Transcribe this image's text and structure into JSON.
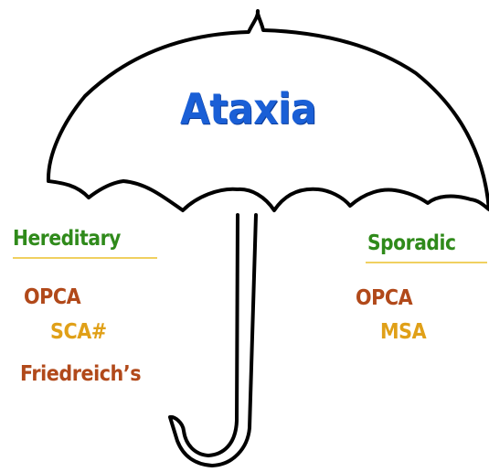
{
  "title": "Ataxia",
  "colors": {
    "title": "#1a5fd6",
    "category": "#2f8a1a",
    "underline": "#f0d060",
    "item_primary": "#b1491a",
    "item_secondary": "#e0a018",
    "outline": "#000000"
  },
  "categories": [
    {
      "name": "Hereditary",
      "items": [
        "OPCA",
        "SCA#",
        "Friedreich’s"
      ]
    },
    {
      "name": "Sporadic",
      "items": [
        "OPCA",
        "MSA"
      ]
    }
  ]
}
